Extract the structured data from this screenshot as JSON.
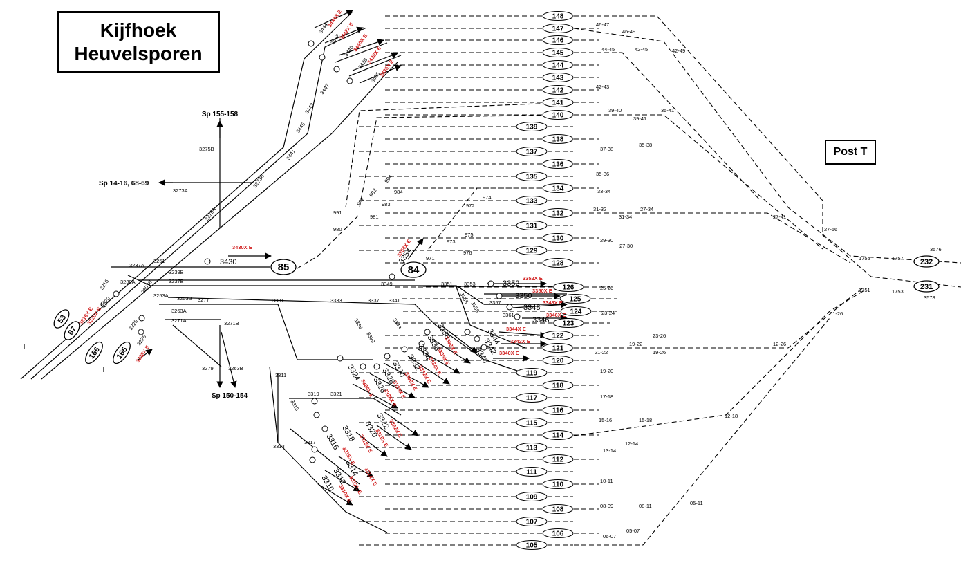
{
  "title": {
    "line1": "Kijfhoek",
    "line2": "Heuvelsporen"
  },
  "post_label": "Post T",
  "destinations": {
    "north": "Sp 155-158",
    "west": "Sp 14-16, 68-69",
    "south": "Sp 150-154"
  },
  "colors": {
    "track": "#000000",
    "label_red": "#d11f1f"
  },
  "tracks_right": [
    "148",
    "147",
    "146",
    "145",
    "144",
    "143",
    "142",
    "141",
    "140",
    "139",
    "138",
    "137",
    "136",
    "135",
    "134",
    "133",
    "132",
    "131",
    "130",
    "129",
    "128",
    "126",
    "125",
    "124",
    "123",
    "122",
    "121",
    "120",
    "119",
    "118",
    "117",
    "116",
    "115",
    "114",
    "113",
    "112",
    "111",
    "110",
    "109",
    "108",
    "107",
    "106",
    "105"
  ],
  "tracks_left": [
    "53",
    "67",
    "166",
    "165",
    "85",
    "84",
    "232",
    "231"
  ],
  "switch_labels": [
    "3444",
    "3442",
    "3440",
    "3438",
    "3436",
    "3447",
    "3443",
    "3445",
    "3441",
    "3275B",
    "3273B",
    "3273A",
    "3275A",
    "3251",
    "3237A",
    "3239A",
    "3239B",
    "3237B",
    "3216",
    "3220",
    "3226",
    "3228",
    "2303B",
    "3253A",
    "3253B",
    "3263A",
    "3271A",
    "3271B",
    "3277",
    "3279",
    "3263B",
    "3311",
    "3315",
    "3313",
    "3319",
    "3321",
    "3317",
    "3331",
    "3333",
    "3335",
    "3337",
    "3339",
    "3341",
    "3343",
    "3430",
    "3349",
    "3351",
    "3353",
    "3355",
    "3357",
    "3359",
    "3361",
    "3352",
    "3350",
    "3348",
    "3346",
    "3344",
    "3342",
    "3340",
    "3338",
    "3336",
    "3334",
    "3332",
    "3330",
    "3328",
    "3326",
    "3324",
    "3322",
    "3320",
    "3318",
    "3316",
    "3314",
    "3312",
    "3310",
    "991",
    "980",
    "992",
    "993",
    "994",
    "984",
    "983",
    "981",
    "972",
    "974",
    "973",
    "975",
    "976",
    "971",
    "3354",
    "1755",
    "1757",
    "1751",
    "1753",
    "3576",
    "3578"
  ],
  "switch_labels_red": [
    "3444X E",
    "3442X E",
    "3440X E",
    "3438X E",
    "3436X E",
    "3430X E",
    "3354X E",
    "3352X E",
    "3350X E",
    "3348X E",
    "3346X E",
    "3344X E",
    "3342X E",
    "3340X E",
    "3338X E",
    "3336X E",
    "3334X E",
    "3332X E",
    "3330X E",
    "3328X E",
    "3326X E",
    "3324X E",
    "3322X E",
    "3320X E",
    "3318X E",
    "3316X E",
    "3314X E",
    "3312X E",
    "3310X E",
    "3216X E",
    "3220X E",
    "3228X E"
  ],
  "junction_labels": [
    "46-47",
    "46-49",
    "44-45",
    "42-45",
    "42-49",
    "42-43",
    "39-40",
    "39-41",
    "35-41",
    "37-38",
    "35-38",
    "35-36",
    "33-34",
    "31-32",
    "27-34",
    "31-34",
    "27-41",
    "27-56",
    "29-30",
    "27-30",
    "25-26",
    "23-24",
    "23-26",
    "21-22",
    "19-22",
    "19-26",
    "12-26",
    "01-26",
    "19-20",
    "17-18",
    "15-16",
    "15-18",
    "12-18",
    "12-14",
    "13-14",
    "10-11",
    "08-09",
    "08-11",
    "05-11",
    "05-07",
    "06-07"
  ]
}
